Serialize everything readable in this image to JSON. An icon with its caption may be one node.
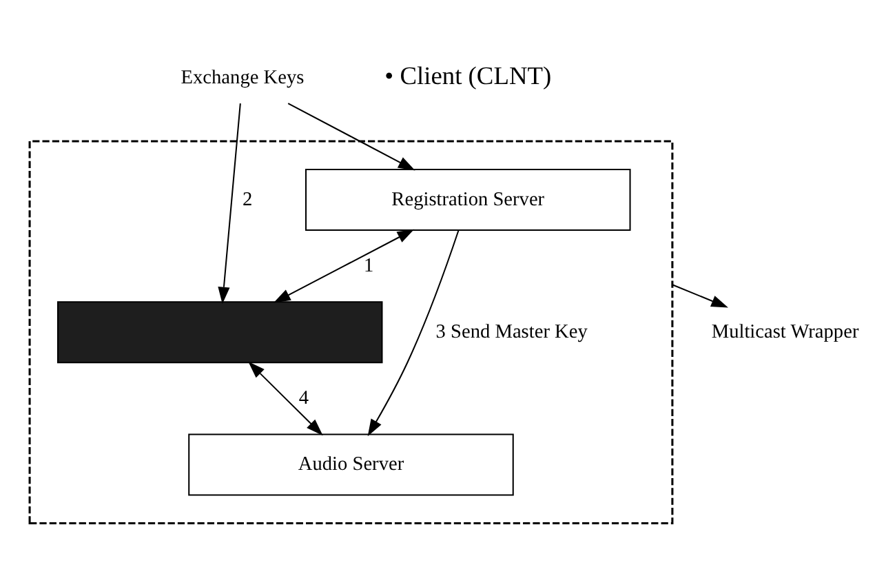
{
  "diagram": {
    "nodes": [
      {
        "text": [],
        "shape": "box"
      },
      {
        "text": [
          "Registration Server"
        ],
        "in": 0
      },
      {
        "text": [],
        "shape": "bar",
        "in": 0
      },
      {
        "text": [
          "Audio Server"
        ],
        "in": 0
      },
      {
        "text": [
          "Multicast Wrapper"
        ]
      },
      {
        "text": [
          "Exchange Keys"
        ]
      }
    ],
    "edges": [
      {
        "from": 0,
        "to": 4,
        "arrow": "to"
      },
      {
        "from": 1,
        "to": 2,
        "arrow": "both",
        "label": "1"
      },
      {
        "from": 5,
        "to": 1,
        "arrow": "to"
      },
      {
        "from": 5,
        "to": 2,
        "arrow": "to",
        "label": "2"
      },
      {
        "from": 1,
        "to": 3,
        "arrow": "to",
        "label": "3 Send Master Key"
      },
      {
        "from": 2,
        "to": 3,
        "arrow": "both",
        "label": "4"
      }
    ],
    "labels": [
      "• Client (CLNT)"
    ]
  }
}
